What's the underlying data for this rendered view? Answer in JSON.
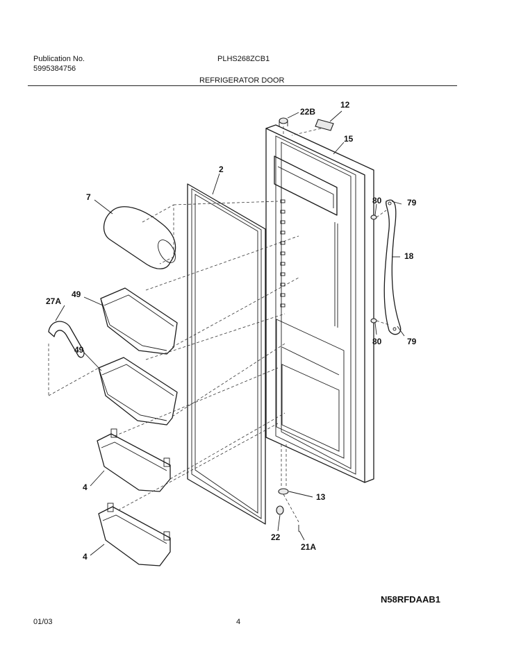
{
  "header": {
    "publication_label": "Publication No.",
    "publication_number": "5995384756",
    "model": "PLHS268ZCB1",
    "section_title": "REFRIGERATOR DOOR"
  },
  "callouts": {
    "p22B": "22B",
    "p12": "12",
    "p15": "15",
    "p2": "2",
    "p7": "7",
    "p80a": "80",
    "p79a": "79",
    "p18": "18",
    "p27A": "27A",
    "p49a": "49",
    "p49b": "49",
    "p80b": "80",
    "p79b": "79",
    "p4a": "4",
    "p4b": "4",
    "p13": "13",
    "p22": "22",
    "p21A": "21A"
  },
  "diagram_code": "N58RFDAAB1",
  "footer": {
    "date": "01/03",
    "page": "4"
  }
}
